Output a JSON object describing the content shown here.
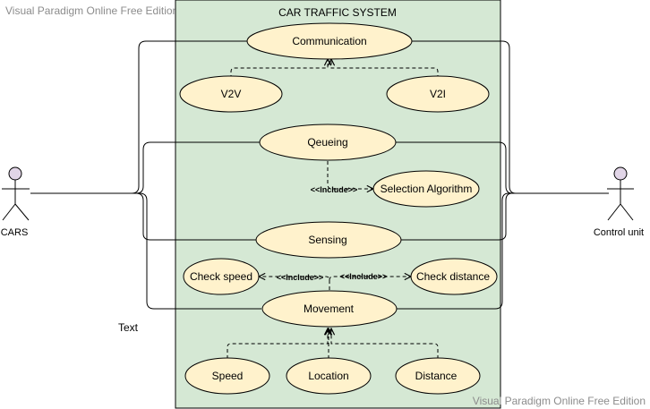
{
  "watermarks": {
    "top": "Visual Paradigm Online Free Edition",
    "bottom": "Visual Paradigm Online Free Edition"
  },
  "system": {
    "title": "CAR TRAFFIC SYSTEM"
  },
  "actors": {
    "cars": "CARS",
    "control_unit": "Control unit"
  },
  "use_cases": {
    "communication": "Communication",
    "v2v": "V2V",
    "v2i": "V2I",
    "queueing": "Qeueing",
    "selection_algorithm": "Selection Algorithm",
    "sensing": "Sensing",
    "check_speed": "Check speed",
    "check_distance": "Check distance",
    "movement": "Movement",
    "speed": "Speed",
    "location": "Location",
    "distance": "Distance"
  },
  "relations": {
    "include_selection": "<<Include>>",
    "include_check_speed": "<<Include>>",
    "include_check_distance": "<<Include>>"
  },
  "free_text": "Text",
  "colors": {
    "system_fill": "#d5e8d4",
    "use_case_fill": "#fff2cc",
    "actor_head_fill": "#e1d5e7",
    "stroke": "#000000"
  }
}
